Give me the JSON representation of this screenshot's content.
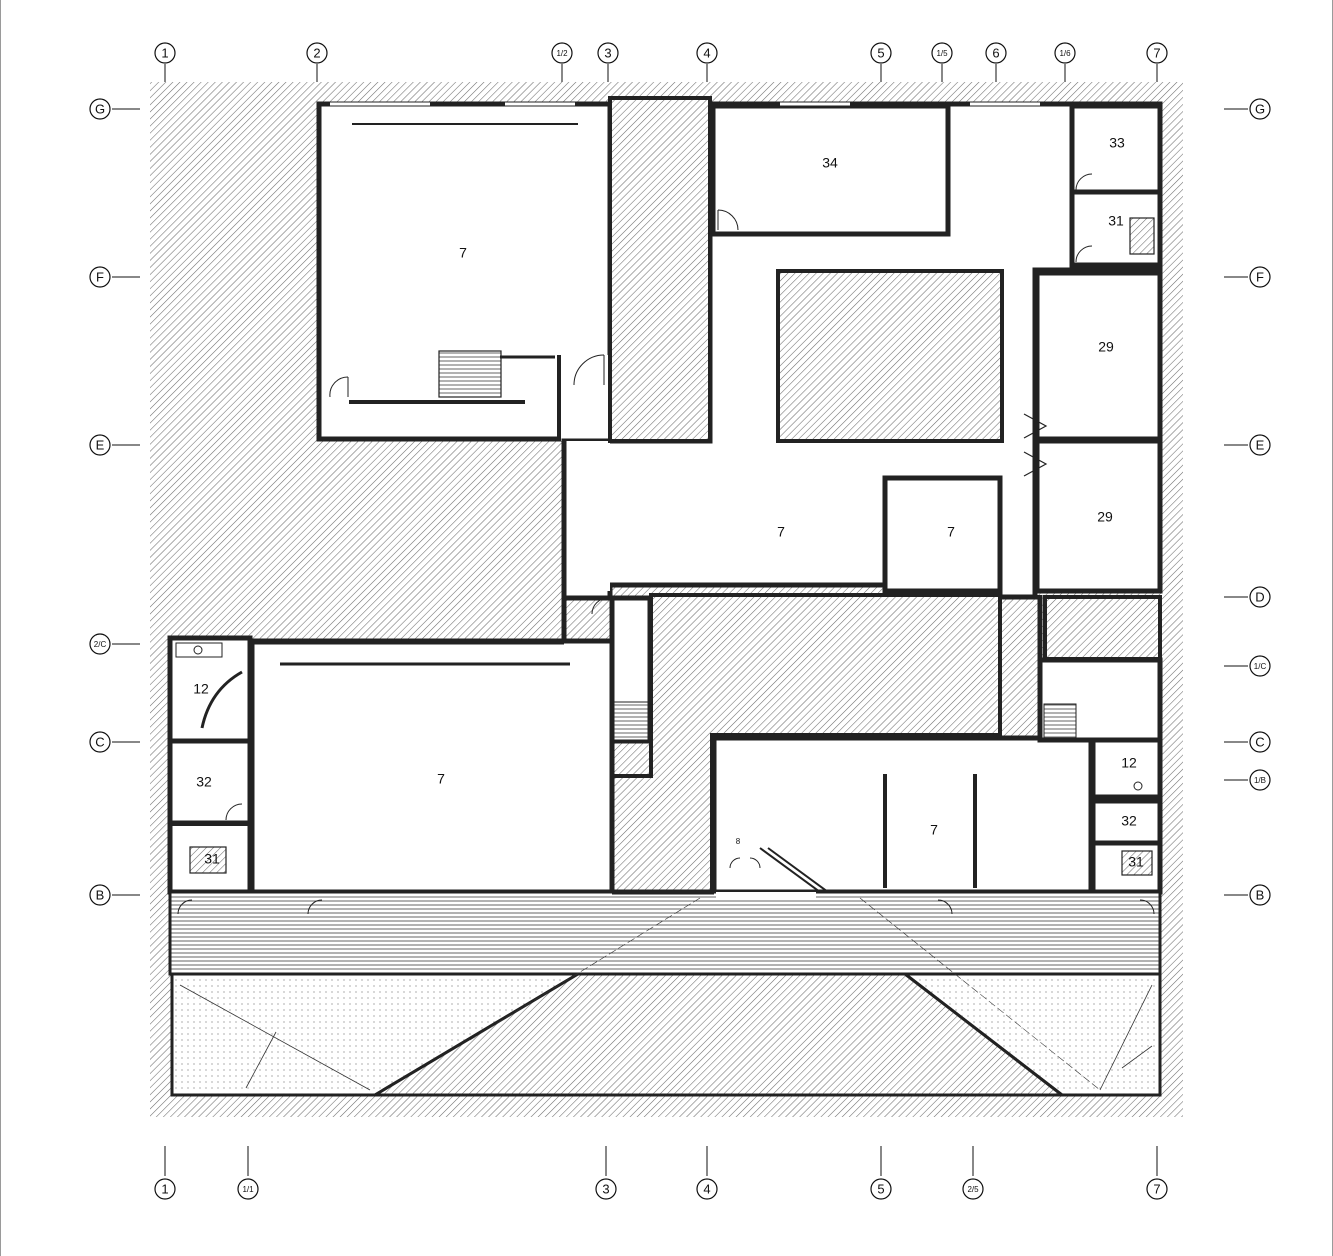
{
  "grid": {
    "top_labels": [
      "1",
      "2",
      "1/2",
      "3",
      "4",
      "5",
      "1/5",
      "6",
      "1/6",
      "7"
    ],
    "bottom_labels": [
      "1",
      "1/1",
      "3",
      "4",
      "5",
      "2/5",
      "7"
    ],
    "left_labels": [
      "G",
      "F",
      "E",
      "2/C",
      "C",
      "B"
    ],
    "right_labels": [
      "G",
      "F",
      "E",
      "D",
      "1/C",
      "C",
      "1/B",
      "B"
    ]
  },
  "rooms": {
    "gallery_nw": "7",
    "room_34": "34",
    "room_33": "33",
    "room_31_ne": "31",
    "room_29_upper": "29",
    "room_29_lower": "29",
    "hall_center": "7",
    "gallery_center_east": "7",
    "room_12_west": "12",
    "room_32_west": "32",
    "room_31_west": "31",
    "gallery_sw": "7",
    "gallery_se": "7",
    "room_12_east": "12",
    "room_32_east": "32",
    "room_31_east": "31",
    "entrance_mark": "8"
  }
}
